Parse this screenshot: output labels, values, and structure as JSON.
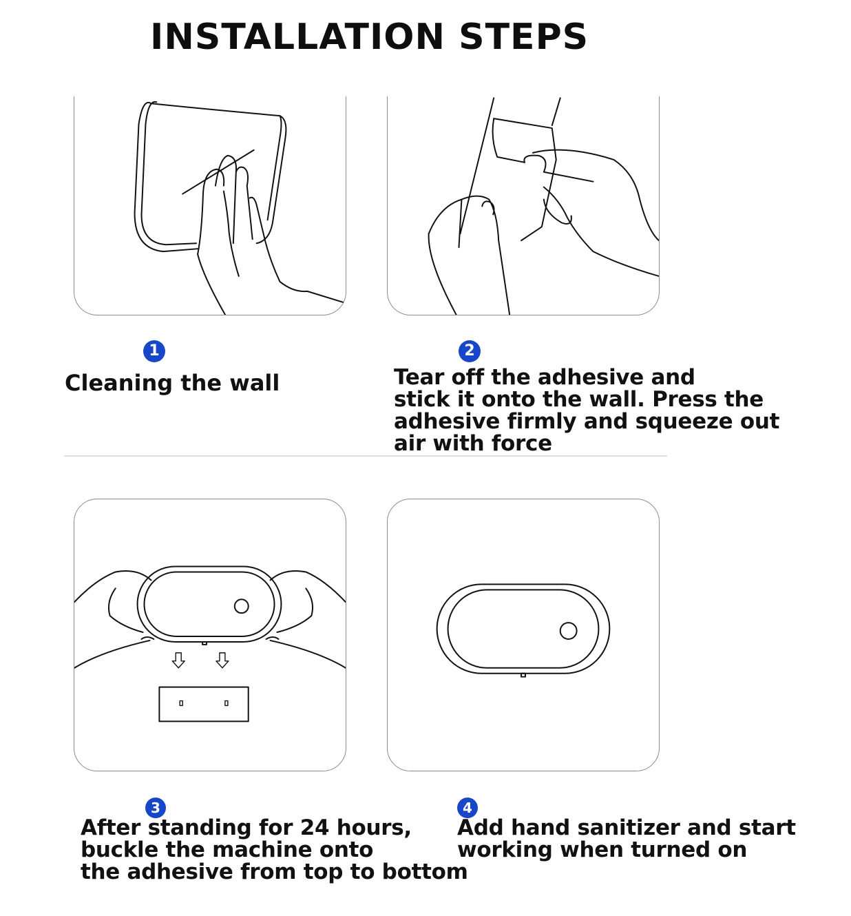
{
  "title": "INSTALLATION STEPS",
  "accent_color": "#1846c8",
  "steps": [
    {
      "number": "1",
      "text": "Cleaning the wall",
      "illustration": "hand-wiping-wall-with-cloth"
    },
    {
      "number": "2",
      "text": "Tear off the adhesive and\nstick it onto the wall. Press the\nadhesive firmly and squeeze out\nair with force",
      "illustration": "hands-peeling-adhesive-strip"
    },
    {
      "number": "3",
      "text": "After standing for 24 hours,\nbuckle the machine onto\nthe adhesive from top to bottom",
      "illustration": "hands-mounting-dispenser-onto-bracket"
    },
    {
      "number": "4",
      "text": "Add hand sanitizer and start\nworking when turned on",
      "illustration": "mounted-dispenser"
    }
  ]
}
